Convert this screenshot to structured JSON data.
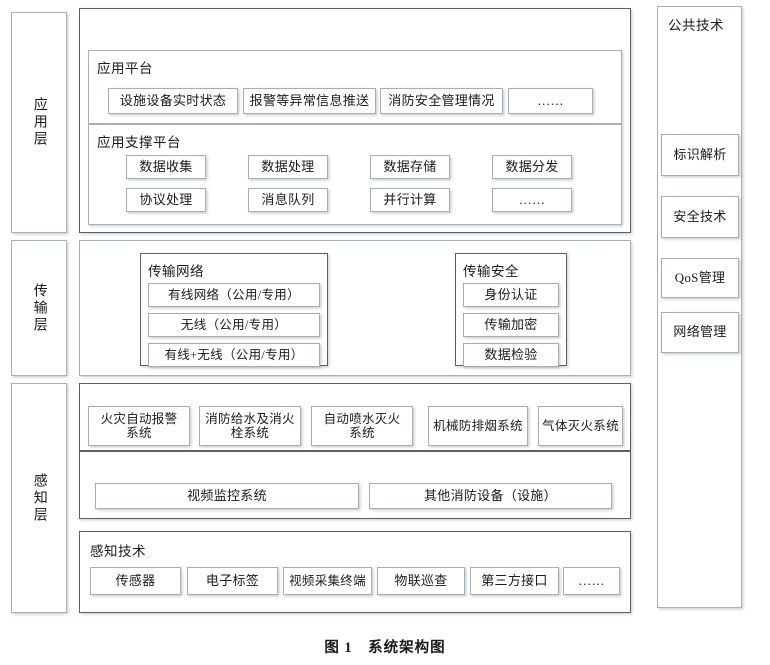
{
  "figure": {
    "caption_label": "图 1",
    "caption_title": "系统架构图",
    "caption_full": "图 1　系统架构图"
  },
  "layers": {
    "application": {
      "label": "应用层"
    },
    "transmission": {
      "label": "传输层"
    },
    "perception": {
      "label": "感知层"
    }
  },
  "application_layer": {
    "app_platform": {
      "title": "应用平台",
      "items": [
        {
          "label": "设施设备实时状态"
        },
        {
          "label": "报警等异常信息推送"
        },
        {
          "label": "消防安全管理情况"
        },
        {
          "label": "……"
        }
      ]
    },
    "support_platform": {
      "title": "应用支撑平台",
      "row1": [
        {
          "label": "数据收集"
        },
        {
          "label": "数据处理"
        },
        {
          "label": "数据存储"
        },
        {
          "label": "数据分发"
        }
      ],
      "row2": [
        {
          "label": "协议处理"
        },
        {
          "label": "消息队列"
        },
        {
          "label": "并行计算"
        },
        {
          "label": "……"
        }
      ]
    }
  },
  "transmission_layer": {
    "network": {
      "title": "传输网络",
      "items": [
        {
          "label": "有线网络（公用/专用）"
        },
        {
          "label": "无线（公用/专用）"
        },
        {
          "label": "有线+无线（公用/专用）"
        }
      ]
    },
    "security": {
      "title": "传输安全",
      "items": [
        {
          "label": "身份认证"
        },
        {
          "label": "传输加密"
        },
        {
          "label": "数据检验"
        }
      ]
    }
  },
  "perception_layer": {
    "systems_row": [
      {
        "label": "火灾自动报警\n系统"
      },
      {
        "label": "消防给水及消火\n栓系统"
      },
      {
        "label": "自动喷水灭火\n系统"
      },
      {
        "label": "机械防排烟系统"
      },
      {
        "label": "气体灭火系统"
      }
    ],
    "wide_row": [
      {
        "label": "视频监控系统"
      },
      {
        "label": "其他消防设备（设施）"
      }
    ],
    "sensing_tech": {
      "title": "感知技术",
      "items": [
        {
          "label": "传感器"
        },
        {
          "label": "电子标签"
        },
        {
          "label": "视频采集终端"
        },
        {
          "label": "物联巡查"
        },
        {
          "label": "第三方接口"
        },
        {
          "label": "……"
        }
      ]
    }
  },
  "public_technology": {
    "title": "公共技术",
    "items": [
      {
        "label": "标识解析"
      },
      {
        "label": "安全技术"
      },
      {
        "label": "QoS管理"
      },
      {
        "label": "网络管理"
      }
    ]
  },
  "colors": {
    "border": "#9aa3ad",
    "border_dark": "#5a6068",
    "text": "#1a1a1a",
    "background": "#ffffff"
  }
}
